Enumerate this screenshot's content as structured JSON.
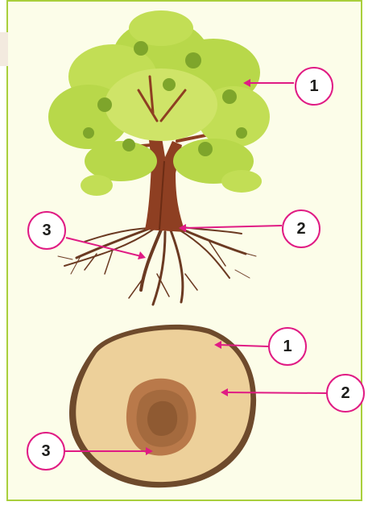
{
  "colors": {
    "frame_border": "#a9cf3c",
    "background": "#fcfde9",
    "pointer": "#e01b84",
    "foliage": "#b8d84a",
    "foliage_dark": "#7ea52b",
    "trunk": "#8e3f22",
    "roots": "#6b3a22",
    "sapwood": "#edd09a",
    "bark": "#6e4a2c",
    "heartwood": "#b9794a"
  },
  "diagram": {
    "tree_labels": {
      "foliage": "1",
      "trunk": "2",
      "roots": "3"
    },
    "section_labels": {
      "bark": "1",
      "sapwood": "2",
      "heartwood": "3"
    }
  }
}
